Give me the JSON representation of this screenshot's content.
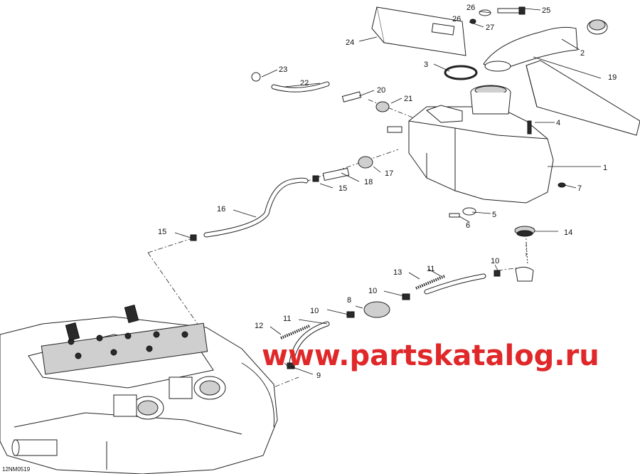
{
  "figure_code": "12NM0519",
  "watermark": "www.partskatalog.ru",
  "callouts": {
    "c1": "1",
    "c2": "2",
    "c3": "3",
    "c4": "4",
    "c5": "5",
    "c6": "6",
    "c7": "7",
    "c8": "8",
    "c9": "9",
    "c10a": "10",
    "c10b": "10",
    "c10c": "10",
    "c11a": "11",
    "c11b": "11",
    "c12": "12",
    "c13": "13",
    "c14": "14",
    "c15a": "15",
    "c15b": "15",
    "c16": "16",
    "c17": "17",
    "c18": "18",
    "c19": "19",
    "c20": "20",
    "c21": "21",
    "c22": "22",
    "c23": "23",
    "c24": "24",
    "c25": "25",
    "c26a": "26",
    "c26b": "26",
    "c27": "27"
  }
}
